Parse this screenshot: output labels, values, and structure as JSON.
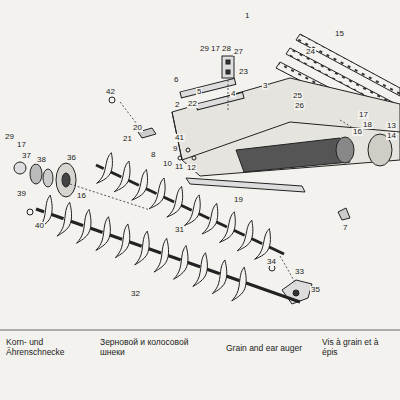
{
  "diagram": {
    "labels": [
      "29",
      "17",
      "28",
      "27",
      "1",
      "23",
      "24",
      "15",
      "6",
      "5",
      "4",
      "3",
      "2",
      "22",
      "20",
      "21",
      "41",
      "42",
      "9",
      "8",
      "10",
      "11",
      "12",
      "25",
      "26",
      "17",
      "18",
      "16",
      "13",
      "14",
      "19",
      "7",
      "29",
      "17",
      "37",
      "38",
      "39",
      "36",
      "16",
      "40",
      "31",
      "32",
      "34",
      "33",
      "35",
      "Korn- und Ährenschnecke",
      "Зерновой и колосовой шнеки",
      "Grain and ear auger",
      "Vis à grain et à épis"
    ]
  }
}
